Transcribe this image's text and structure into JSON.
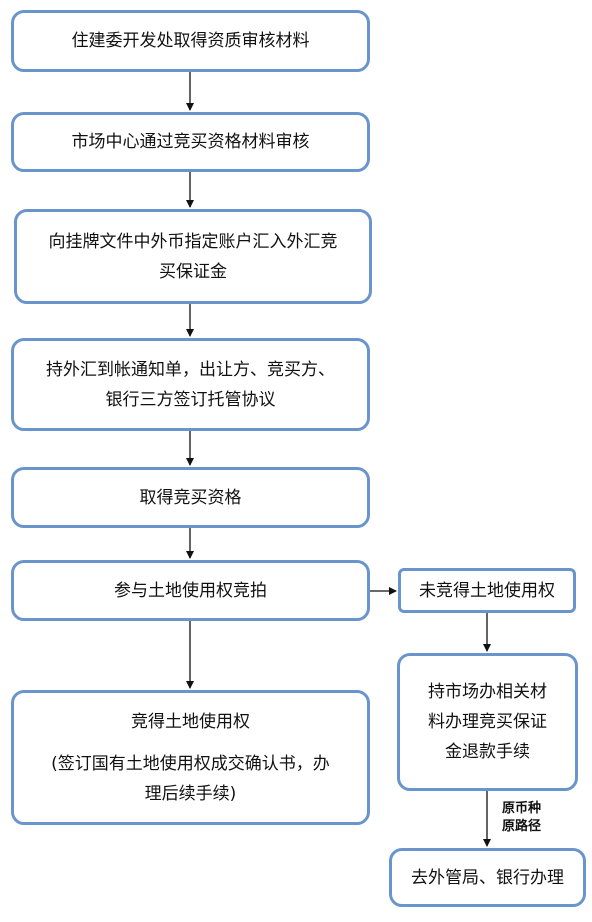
{
  "nodes": {
    "n1": {
      "lines": [
        "住建委开发处取得资质审核材料"
      ]
    },
    "n2": {
      "lines": [
        "市场中心通过竞买资格材料审核"
      ]
    },
    "n3": {
      "lines": [
        "向挂牌文件中外币指定账户汇入外汇竞",
        "买保证金"
      ]
    },
    "n4": {
      "lines": [
        "持外汇到帐通知单，出让方、竞买方、",
        "银行三方签订托管协议"
      ]
    },
    "n5": {
      "lines": [
        "取得竞买资格"
      ]
    },
    "n6": {
      "lines": [
        "参与土地使用权竞拍"
      ]
    },
    "n7": {
      "title": "竞得土地使用权",
      "lines": [
        "(签订国有土地使用权成交确认书，办",
        "理后续手续)"
      ]
    },
    "n8": {
      "lines": [
        "未竞得土地使用权"
      ]
    },
    "n9": {
      "lines": [
        "持市场办相关材",
        "料办理竞买保证",
        "金退款手续"
      ]
    },
    "n10": {
      "lines": [
        "去外管局、银行办理"
      ]
    }
  },
  "edge_labels": {
    "e9_10": [
      "原币种",
      "原路径"
    ]
  },
  "colors": {
    "border": "#6a95cc",
    "text": "#111111",
    "arrow": "#111111"
  }
}
